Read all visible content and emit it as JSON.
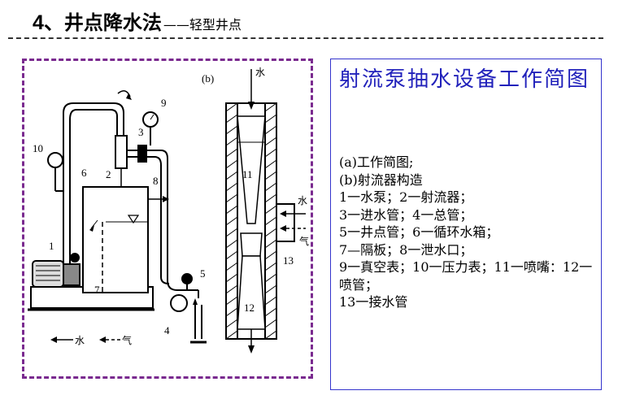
{
  "heading": {
    "number": "4、",
    "title": "井点降水法",
    "dash": "——",
    "subtitle": "轻型井点"
  },
  "figure": {
    "label_b": "(b)",
    "water_top": "水",
    "water_side": "水",
    "gas_side": "气",
    "legend_water": "水",
    "legend_gas": "气",
    "part_numbers": [
      "1",
      "2",
      "3",
      "4",
      "5",
      "6",
      "7",
      "8",
      "9",
      "10",
      "11",
      "12",
      "13"
    ]
  },
  "caption": {
    "title": "射流泵抽水设备工作简图",
    "lines": [
      "(a)工作简图;",
      "(b)射流器构造",
      "1一水泵；2一射流器；",
      "3一进水管；4一总管；",
      "5一井点管；6一循环水箱；",
      "7—隔板；8一泄水口；",
      "9一真空表；10一压力表；11一喷嘴：12一喷管；",
      "13一接水管"
    ]
  }
}
